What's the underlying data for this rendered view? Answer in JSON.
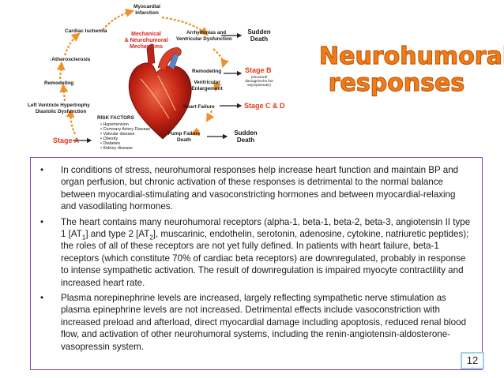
{
  "title": {
    "line1": "Neurohumoral",
    "line2": "responses"
  },
  "diagram": {
    "myocardial": "Myocardial",
    "infarction": "Infarction",
    "cardiac_ischemia": "Cardiac Ischemia",
    "mechanical": "Mechanical",
    "neurohumoral": "& Neurohumoral",
    "mechanisms": "Mechanisms",
    "arrhythmias": "Arrhythmias and",
    "ventricular_dysfunction": "Ventricular Dysfunction",
    "sudden1": "Sudden",
    "death1": "Death",
    "atherosclerosis": "↑Atherosclerosis",
    "remodeling_left": "Remodeling",
    "remodeling_right": "Remodeling",
    "stage_b": "Stage B",
    "stage_b_note1": "(structural",
    "stage_b_note2": "damage/echo but",
    "stage_b_note3": "asymptomatic)",
    "ventricular": "Ventricular",
    "enlargement": "Enlargement",
    "lvh1": "Left Ventricle Hypertrophy",
    "lvh2": "Diastolic Dysfunction",
    "heart_failure": "Heart Failure",
    "stage_cd": "Stage C & D",
    "risk_factors": "RISK FACTORS",
    "risks": [
      "• Hypertension",
      "• Coronary Artery Disease",
      "• Valvular disease",
      "• Obesity",
      "• Diabetes",
      "• Kidney disease"
    ],
    "pump_failure": "Pump Failure",
    "pump_death": "Death",
    "sudden2": "Sudden",
    "death2": "Death",
    "stage_a": "Stage A"
  },
  "bullets": {
    "b1": "In conditions of stress, neurohumoral responses help increase heart function and maintain BP and organ perfusion, but chronic activation of these responses is detrimental to the normal balance between myocardial-stimulating and vasoconstricting hormones and between myocardial-relaxing and vasodilating hormones.",
    "b2_a": "The heart contains many neurohumoral receptors (alpha-1, beta-1, beta-2, beta-3, angiotensin II type 1 [AT",
    "b2_sub1": "1",
    "b2_b": "] and type 2 [AT",
    "b2_sub2": "2",
    "b2_c": "], muscarinic, endothelin, serotonin, adenosine, cytokine, natriuretic peptides); the roles of all of these receptors are not yet fully defined. In patients with heart failure, beta-1 receptors (which constitute 70% of cardiac beta receptors) are downregulated, probably in response to intense sympathetic activation. The result of downregulation is impaired myocyte contractility and increased heart rate.",
    "b3": "Plasma norepinephrine levels are increased, largely reflecting sympathetic nerve stimulation as plasma epinephrine levels are not increased. Detrimental effects include vasoconstriction with increased preload and afterload, direct myocardial damage including apoptosis, reduced renal blood flow, and activation of other neurohumoral systems, including the renin-angiotensin-aldosterone-vasopressin system."
  },
  "bullet_symbol": "•",
  "page_number": "12",
  "colors": {
    "title": "#f07c1a",
    "stage": "#e23a1c",
    "mechanism": "#d9231c",
    "border": "#8c3fb8",
    "arrow": "#f0902a"
  }
}
